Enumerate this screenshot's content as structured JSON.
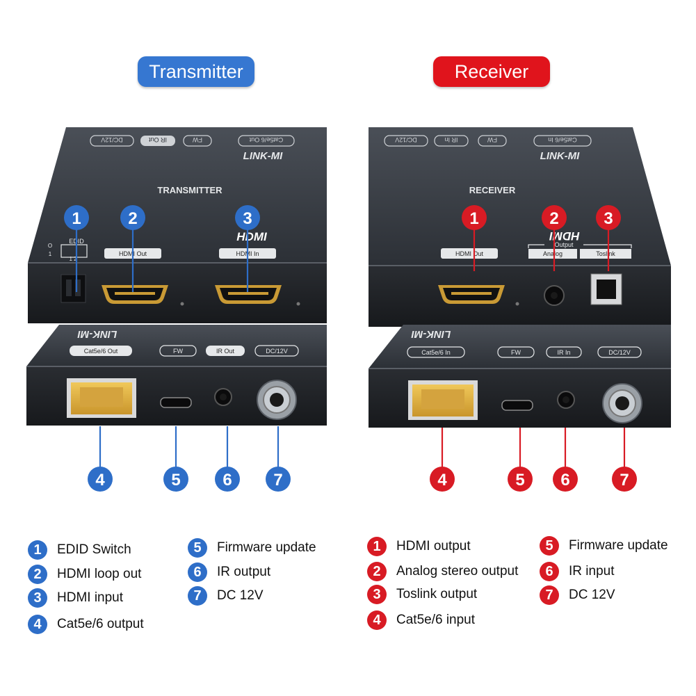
{
  "colors": {
    "transmitter": "#2e6ec8",
    "receiver": "#d81b24"
  },
  "transmitter": {
    "title": "Transmitter",
    "brand": "LINK-MI",
    "device_label": "TRANSMITTER",
    "hdmi_logo": "HDMI",
    "edid_labels": {
      "edid": "EDID",
      "o": "O",
      "one": "1",
      "one_two": "1 2"
    },
    "front_ports": [
      "HDMI Out",
      "HDMI In"
    ],
    "top_labels": [
      "DC/12V",
      "IR Out",
      "FW",
      "Cat5e/6 Out"
    ],
    "rear_labels": [
      "Cat5e/6 Out",
      "FW",
      "IR Out",
      "DC/12V"
    ],
    "legend": [
      {
        "num": "1",
        "text": "EDID Switch"
      },
      {
        "num": "2",
        "text": "HDMI loop out"
      },
      {
        "num": "3",
        "text": "HDMI input"
      },
      {
        "num": "4",
        "text": "Cat5e/6 output"
      },
      {
        "num": "5",
        "text": "Firmware update"
      },
      {
        "num": "6",
        "text": "IR output"
      },
      {
        "num": "7",
        "text": "DC 12V"
      }
    ]
  },
  "receiver": {
    "title": "Receiver",
    "brand": "LINK-MI",
    "device_label": "RECEIVER",
    "hdmi_logo": "HDMI",
    "output_labels": {
      "output": "Output",
      "analog": "Analog",
      "toslink": "Toslink"
    },
    "front_ports": [
      "HDMI Out"
    ],
    "top_labels": [
      "DC/12V",
      "IR In",
      "FW",
      "Cat5e/6 In"
    ],
    "rear_labels": [
      "Cat5e/6 In",
      "FW",
      "IR In",
      "DC/12V"
    ],
    "legend": [
      {
        "num": "1",
        "text": "HDMI output"
      },
      {
        "num": "2",
        "text": "Analog stereo output"
      },
      {
        "num": "3",
        "text": "Toslink output"
      },
      {
        "num": "4",
        "text": "Cat5e/6 input"
      },
      {
        "num": "5",
        "text": "Firmware update"
      },
      {
        "num": "6",
        "text": "IR input"
      },
      {
        "num": "7",
        "text": "DC 12V"
      }
    ]
  }
}
